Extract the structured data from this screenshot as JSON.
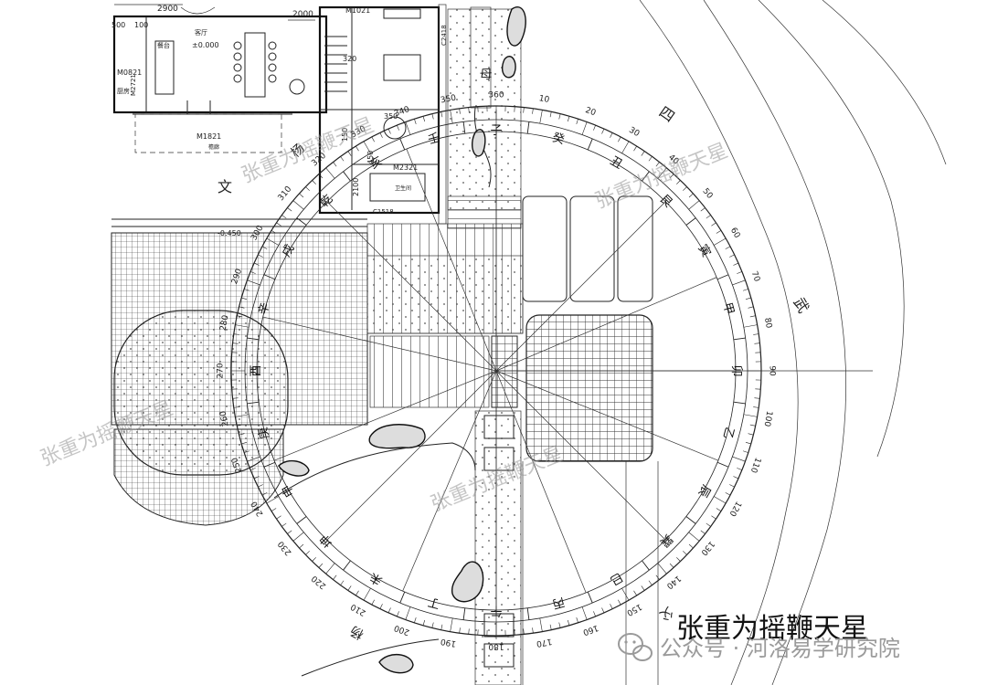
{
  "caption": {
    "main_title": "张重为摇鞭天星",
    "credit": "公众号 · 河洛易学研究院"
  },
  "watermark": {
    "text": "张重为摇鞭天星"
  },
  "plan_labels": {
    "dim_top_left": "2900",
    "dim_top_mid": "2000",
    "dim_500": "500",
    "dim_100": "100",
    "room_m0821": "M0821",
    "room_m2721": "M2721",
    "room_kitchen": "厨房",
    "room_dining": "餐台",
    "room_living": "客厅",
    "level_mark": "±0.000",
    "room_m1821": "M1821",
    "room_corridor": "檐廊",
    "room_m1021": "M1021",
    "room_c2418": "C2418",
    "room_m2321": "M2321",
    "room_bath": "卫生间",
    "room_c1518": "C1518",
    "dim_2100": "2100",
    "dim_450": "450",
    "dim_150": "150",
    "dim_320": "320",
    "dim_350": "350",
    "level_450": "-0.450",
    "char_wen": "文",
    "char_wu": "武",
    "char_si": "四"
  },
  "compass": {
    "tick_labels": [
      "10",
      "20",
      "30",
      "40",
      "50",
      "60",
      "70",
      "80",
      "90",
      "100",
      "110",
      "120",
      "130",
      "140",
      "150",
      "160",
      "170",
      "180",
      "190",
      "200",
      "210",
      "220",
      "230",
      "240",
      "250",
      "260",
      "270",
      "280",
      "290",
      "300",
      "310",
      "320",
      "330",
      "340",
      "350",
      "360"
    ],
    "mountains": [
      "子",
      "癸",
      "丑",
      "艮",
      "寅",
      "甲",
      "卯",
      "乙",
      "辰",
      "巽",
      "巳",
      "丙",
      "午",
      "丁",
      "未",
      "坤",
      "申",
      "庚",
      "酉",
      "辛",
      "戌",
      "乾",
      "亥",
      "壬"
    ],
    "outer_marks": [
      "父",
      "杨",
      "杨",
      "母"
    ]
  }
}
